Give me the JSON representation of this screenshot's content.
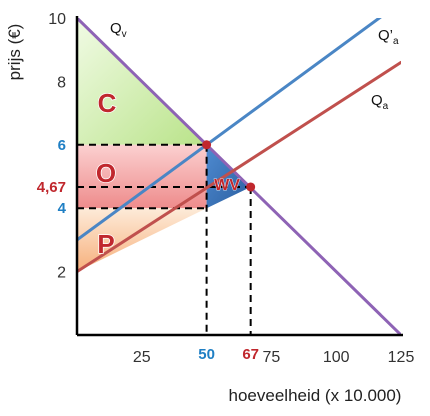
{
  "chart_data": {
    "type": "line",
    "xlabel": "hoeveelheid (x 10.000)",
    "ylabel": "prijs (€)",
    "xlim": [
      0,
      125
    ],
    "ylim": [
      0,
      10
    ],
    "x_ticks": [
      "25",
      "75",
      "100",
      "125"
    ],
    "y_ticks": [
      "2",
      "8",
      "10"
    ],
    "key_x_ticks": [
      {
        "value": 50,
        "label": "50",
        "color": "#1f7fc4"
      },
      {
        "value": 67,
        "label": "67",
        "color": "#c0272d"
      }
    ],
    "key_y_ticks": [
      {
        "value": 6,
        "label": "6",
        "color": "#1f7fc4"
      },
      {
        "value": 4.67,
        "label": "4,67",
        "color": "#c0272d"
      },
      {
        "value": 4,
        "label": "4",
        "color": "#1f7fc4"
      }
    ],
    "series": [
      {
        "name": "Qv",
        "label_main": "Q",
        "label_sub": "v",
        "color": "#8e63b5",
        "points": [
          [
            0,
            10
          ],
          [
            125,
            0
          ]
        ]
      },
      {
        "name": "Q'a",
        "label_main": "Q’",
        "label_sub": "a",
        "color": "#4a86c5",
        "points": [
          [
            0,
            3
          ],
          [
            125,
            10.5
          ]
        ]
      },
      {
        "name": "Qa",
        "label_main": "Q",
        "label_sub": "a",
        "color": "#c0504d",
        "points": [
          [
            0,
            2
          ],
          [
            125,
            8.6
          ]
        ]
      }
    ],
    "intersections": [
      {
        "x": 50,
        "y": 6
      },
      {
        "x": 67,
        "y": 4.67
      }
    ],
    "regions": [
      {
        "label": "C",
        "fill": "#cdeea8",
        "points": [
          [
            0,
            10
          ],
          [
            0,
            6
          ],
          [
            50,
            6
          ]
        ]
      },
      {
        "label": "O",
        "fill": "#f4a6a6",
        "points": [
          [
            0,
            6
          ],
          [
            50,
            6
          ],
          [
            50,
            4
          ],
          [
            0,
            4
          ]
        ]
      },
      {
        "label": "P",
        "fill": "#f9c39c",
        "points": [
          [
            0,
            4
          ],
          [
            50,
            4
          ],
          [
            0,
            2
          ]
        ]
      },
      {
        "label": "WV",
        "fill": "#3e77bd",
        "points": [
          [
            50,
            6
          ],
          [
            50,
            4
          ],
          [
            67,
            4.67
          ]
        ]
      }
    ],
    "grid": false
  }
}
